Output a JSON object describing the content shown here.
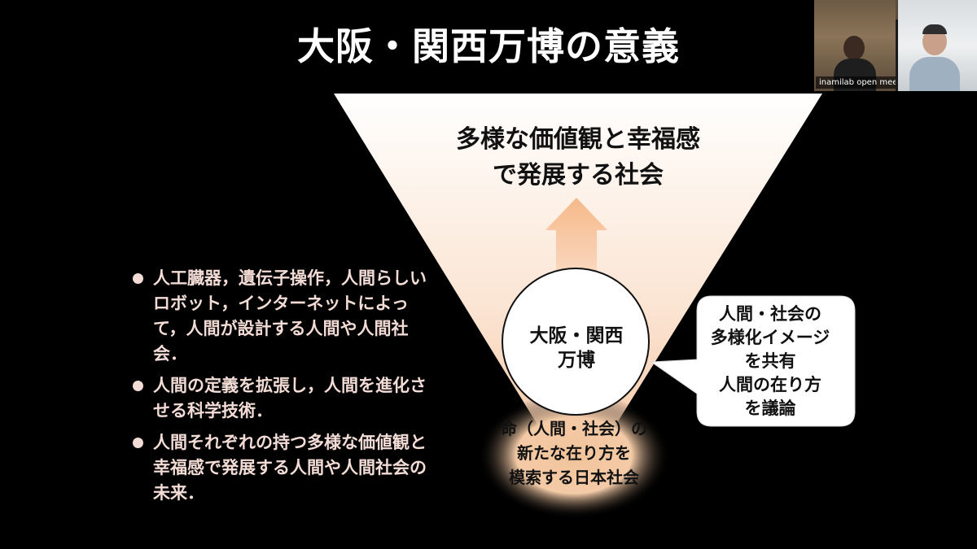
{
  "slide": {
    "title": "大阪・関西万博の意義",
    "goal_lines": [
      "多様な価値観と幸福感",
      "で発展する社会"
    ],
    "bullets": [
      "人工臓器，遺伝子操作，人間らしいロボット，インターネットによって，人間が設計する人間や人間社会．",
      "人間の定義を拡張し，人間を進化させる科学技術．",
      "人間それぞれの持つ多様な価値観と幸福感で発展する人間や人間社会の未来．"
    ],
    "circle_lines": [
      "大阪・関西",
      "万博"
    ],
    "glow_lines": [
      "命（人間・社会）の",
      "新たな在り方を",
      "模索する日本社会"
    ],
    "bubble_lines": [
      "人間・社会の",
      "多様化イメージ",
      "を共有",
      "人間の在り方",
      "を議論"
    ]
  },
  "video": {
    "meeting_name": "inamilab open meeti..."
  },
  "colors": {
    "background": "#000000",
    "triangle_top": "#ffffff",
    "triangle_bottom": "#f6c9a6",
    "arrow": "#f7c39a",
    "bullet_text": "#f3dcd6",
    "glow": "#f3c69d"
  }
}
